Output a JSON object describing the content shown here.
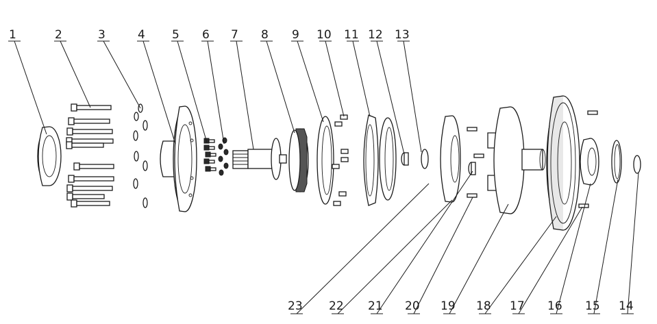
{
  "callouts_top": [
    "1",
    "2",
    "3",
    "4",
    "5",
    "6",
    "7",
    "8",
    "9",
    "10",
    "11",
    "12",
    "13"
  ],
  "callouts_bottom": [
    "23",
    "22",
    "21",
    "20",
    "19",
    "18",
    "17",
    "16",
    "15",
    "14"
  ]
}
